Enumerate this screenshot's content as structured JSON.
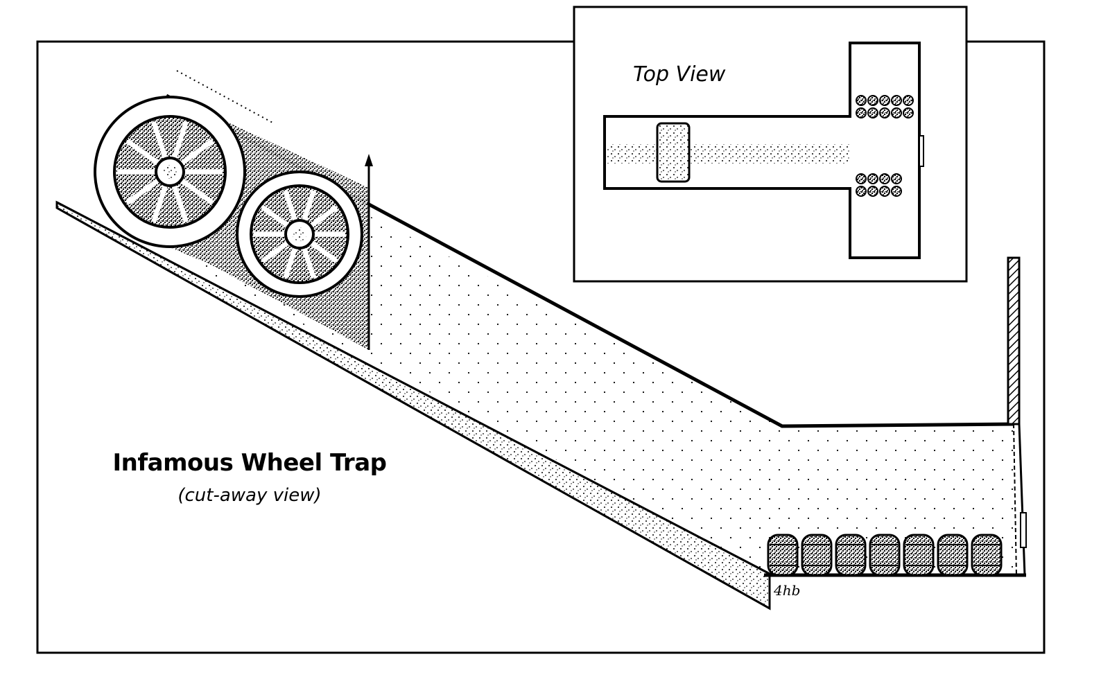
{
  "diagram": {
    "title": "Infamous Wheel Trap",
    "subtitle": "(cut-away view)",
    "inset_title": "Top View",
    "signature": "4hb",
    "barrel_count": 7,
    "wheel_count": 2,
    "inset_upper_barrel_count": 10,
    "inset_lower_barrel_count": 8
  }
}
